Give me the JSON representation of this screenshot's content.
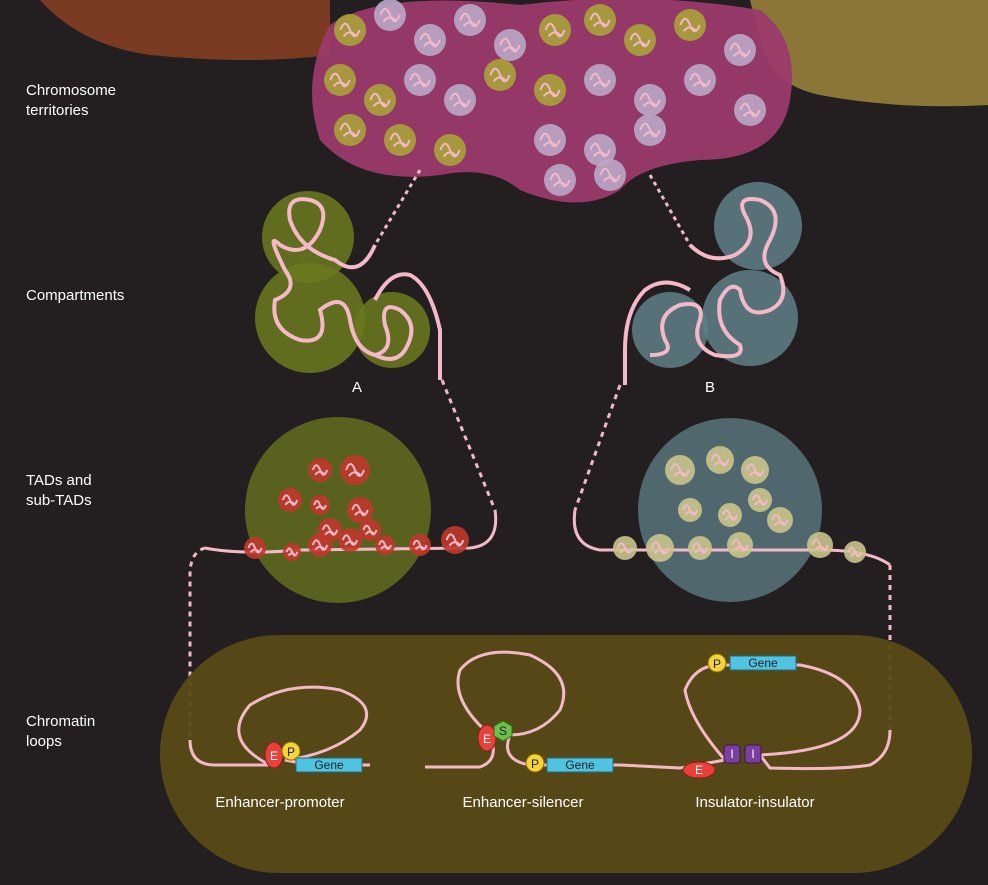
{
  "levels": {
    "territories": "Chromosome\nterritories",
    "compartments": "Compartments",
    "tads": "TADs and\nsub-TADs",
    "loops": "Chromatin\nloops"
  },
  "compartment_labels": {
    "a": "A",
    "b": "B"
  },
  "loop_types": {
    "enhancer_promoter": "Enhancer-promoter",
    "enhancer_silencer": "Enhancer-silencer",
    "insulator_insulator": "Insulator-insulator"
  },
  "elements": {
    "enhancer": "E",
    "promoter": "P",
    "silencer": "S",
    "insulator": "I",
    "gene": "Gene"
  },
  "colors": {
    "background": "#231f20",
    "chromatin": "#f4b8c8",
    "territory": "#9b3a6b",
    "compartment_a": "#6b7a1e",
    "compartment_b": "#5f8087",
    "tad_a": "#c0392b",
    "tad_b": "#c9c48a",
    "loop_panel": "#5a4a17",
    "enhancer": "#e8403a",
    "promoter": "#f5d33a",
    "silencer": "#6cc04a",
    "insulator": "#7b3fa0",
    "gene": "#4fc3e0"
  }
}
